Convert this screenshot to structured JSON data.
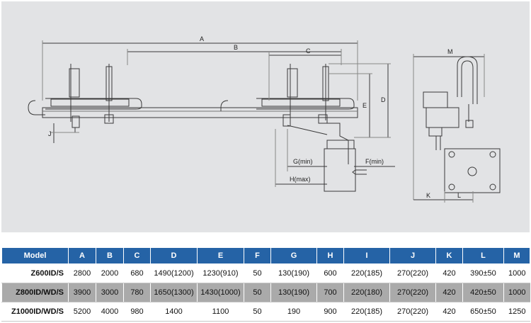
{
  "drawing": {
    "dimension_labels": {
      "A": "A",
      "B": "B",
      "C": "C",
      "D": "D",
      "E": "E",
      "J": "J",
      "G": "G(min)",
      "F": "F(min)",
      "H": "H(max)",
      "M": "M",
      "K": "K",
      "L": "L"
    }
  },
  "table": {
    "headers": [
      "Model",
      "A",
      "B",
      "C",
      "D",
      "E",
      "F",
      "G",
      "H",
      "I",
      "J",
      "K",
      "L",
      "M"
    ],
    "rows": [
      [
        "Z600ID/S",
        "2800",
        "2000",
        "680",
        "1490(1200)",
        "1230(910)",
        "50",
        "130(190)",
        "600",
        "220(185)",
        "270(220)",
        "420",
        "390±50",
        "1000"
      ],
      [
        "Z800ID/WD/S",
        "3900",
        "3000",
        "780",
        "1650(1300)",
        "1430(1000)",
        "50",
        "130(190)",
        "700",
        "220(180)",
        "270(220)",
        "420",
        "420±50",
        "1000"
      ],
      [
        "Z1000ID/WD/S",
        "5200",
        "4000",
        "980",
        "1400",
        "1100",
        "50",
        "190",
        "900",
        "220(185)",
        "270(220)",
        "420",
        "650±50",
        "1250"
      ]
    ]
  },
  "colors": {
    "header_bg": "#2563a6",
    "drawing_bg": "#e2e3e5",
    "row_alt": "#aaaaaa"
  }
}
